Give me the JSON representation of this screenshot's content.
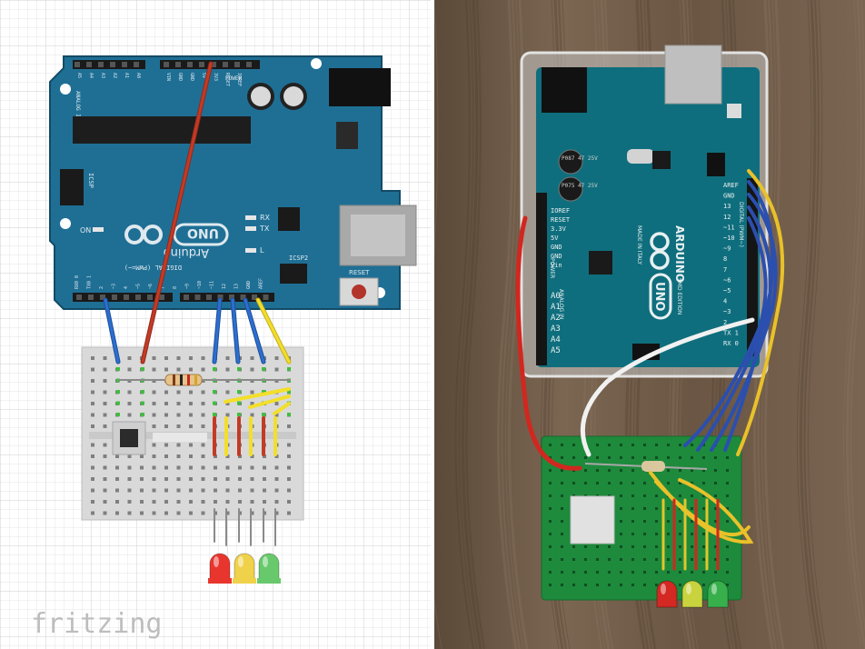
{
  "left": {
    "brand": "fritzing",
    "board": {
      "name": "Arduino",
      "model": "UNO",
      "header_top_left": "ANALOG IN",
      "header_top_power": "POWER",
      "analog_pins": [
        "A5",
        "A4",
        "A3",
        "A2",
        "A1",
        "A0"
      ],
      "power_pins": [
        "VIN",
        "GND",
        "GND",
        "5V",
        "3V3",
        "RESET",
        "IOREF"
      ],
      "on_label": "ON",
      "rx_label": "RX",
      "tx_label": "TX",
      "l_label": "L",
      "icsp_label": "ICSP",
      "icsp2_label": "ICSP2",
      "reset_label": "RESET",
      "digital_label": "DIGITAL (PWM=~)",
      "digital_pins": [
        "RX0 0",
        "TX0 1",
        "2",
        "~3",
        "4",
        "~5",
        "~6",
        "7",
        "8",
        "~9",
        "~10",
        "~11",
        "12",
        "13",
        "GND",
        "AREF"
      ]
    },
    "led_colors": [
      "#e8362f",
      "#f0d14a",
      "#67c96b"
    ],
    "wire_colors": {
      "red": "#c33a25",
      "blue": "#2c6fd1",
      "yellow": "#f3df2a",
      "grey": "#8a8a8a"
    }
  },
  "right": {
    "board": {
      "name": "ARDUINO",
      "model": "UNO",
      "made_in": "MADE IN ITALY",
      "edition": "SMD EDITION",
      "left_pins": [
        "IOREF",
        "RESET",
        "3.3V",
        "5V",
        "GND",
        "GND",
        "Vin"
      ],
      "analog_pins": [
        "A0",
        "A1",
        "A2",
        "A3",
        "A4",
        "A5"
      ],
      "power_label": "POWER",
      "analog_label": "ANALOG IN",
      "digital_label": "DIGITAL (PWM~)",
      "right_pins": [
        "AREF",
        "GND",
        "13",
        "12",
        "~11",
        "~10",
        "~9",
        "8",
        "7",
        "~6",
        "~5",
        "4",
        "~3",
        "2",
        "TX 1",
        "RX 0"
      ],
      "cap_labels": [
        "P087 47 25V",
        "P075 47 25V"
      ]
    },
    "led_colors": [
      "#d42822",
      "#c9d33e",
      "#37b04c"
    ]
  }
}
